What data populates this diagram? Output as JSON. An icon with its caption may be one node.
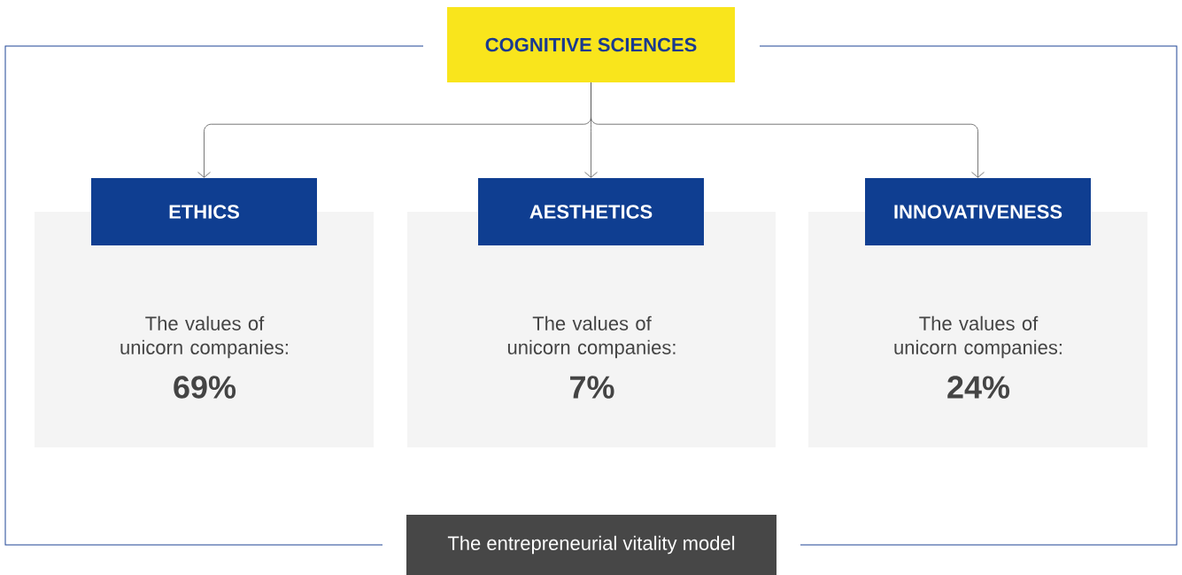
{
  "diagram": {
    "nodes": [
      {
        "text": [
          "COGNITIVE SCIENCES"
        ]
      },
      {
        "text": [
          "ETHICS"
        ]
      },
      {
        "text": [
          "The values of unicorn companies:",
          "69%"
        ]
      },
      {
        "text": [
          "AESTHETICS"
        ]
      },
      {
        "text": [
          "The values of unicorn companies:",
          "7%"
        ]
      },
      {
        "text": [
          "INNOVATIVENESS"
        ]
      },
      {
        "text": [
          "The values of unicorn companies:",
          "24%"
        ]
      },
      {
        "text": [
          "The entrepreneurial vitality model"
        ]
      }
    ],
    "edges": [
      {
        "from": 0,
        "to": 1,
        "arrow": "to"
      },
      {
        "from": 0,
        "to": 3,
        "arrow": "to"
      },
      {
        "from": 0,
        "to": 5,
        "arrow": "to"
      }
    ]
  }
}
